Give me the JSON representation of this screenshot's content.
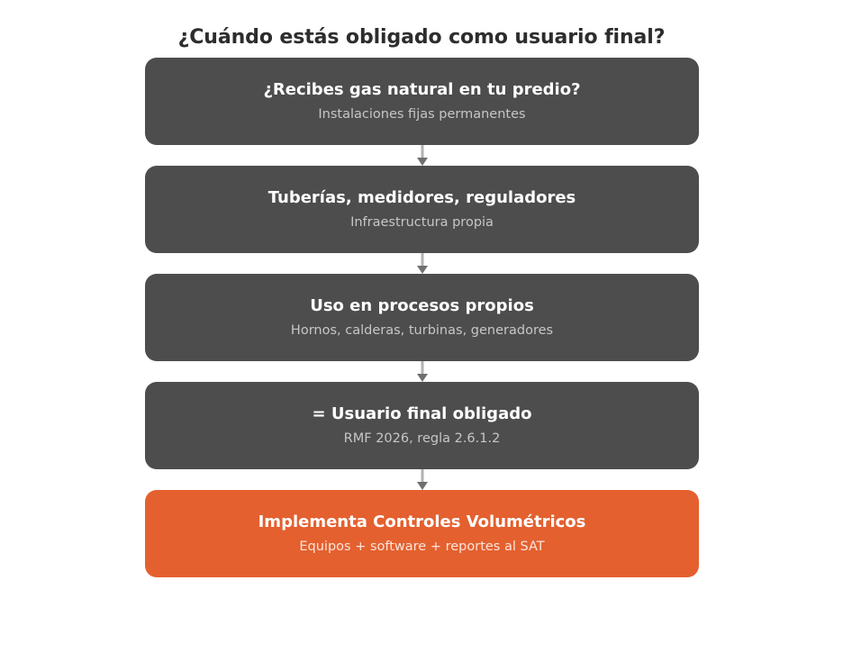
{
  "diagram": {
    "title": "¿Cuándo estás obligado como usuario final?",
    "orientation": "vertical-top-down",
    "connector_icon": "arrow-down-icon",
    "colors": {
      "background": "#ffffff",
      "title_text": "#2d2d2d",
      "step_fill": "#4d4d4d",
      "step_title_text": "#ffffff",
      "step_subtitle_text": "#c6c6c6",
      "action_fill": "#e4602f",
      "action_title_text": "#ffffff",
      "action_subtitle_text": "#fbe4da",
      "connector_shaft": "#b2b2b2",
      "connector_head": "#6f6f6f"
    },
    "nodes": [
      {
        "title": "¿Recibes gas natural en tu predio?",
        "subtitle": "Instalaciones fijas permanentes",
        "kind": "step"
      },
      {
        "title": "Tuberías, medidores, reguladores",
        "subtitle": "Infraestructura propia",
        "kind": "step"
      },
      {
        "title": "Uso en procesos propios",
        "subtitle": "Hornos, calderas, turbinas, generadores",
        "kind": "step"
      },
      {
        "title": "= Usuario final obligado",
        "subtitle": "RMF 2026, regla 2.6.1.2",
        "kind": "step"
      },
      {
        "title": "Implementa Controles Volumétricos",
        "subtitle": "Equipos + software + reportes al SAT",
        "kind": "action"
      }
    ]
  }
}
